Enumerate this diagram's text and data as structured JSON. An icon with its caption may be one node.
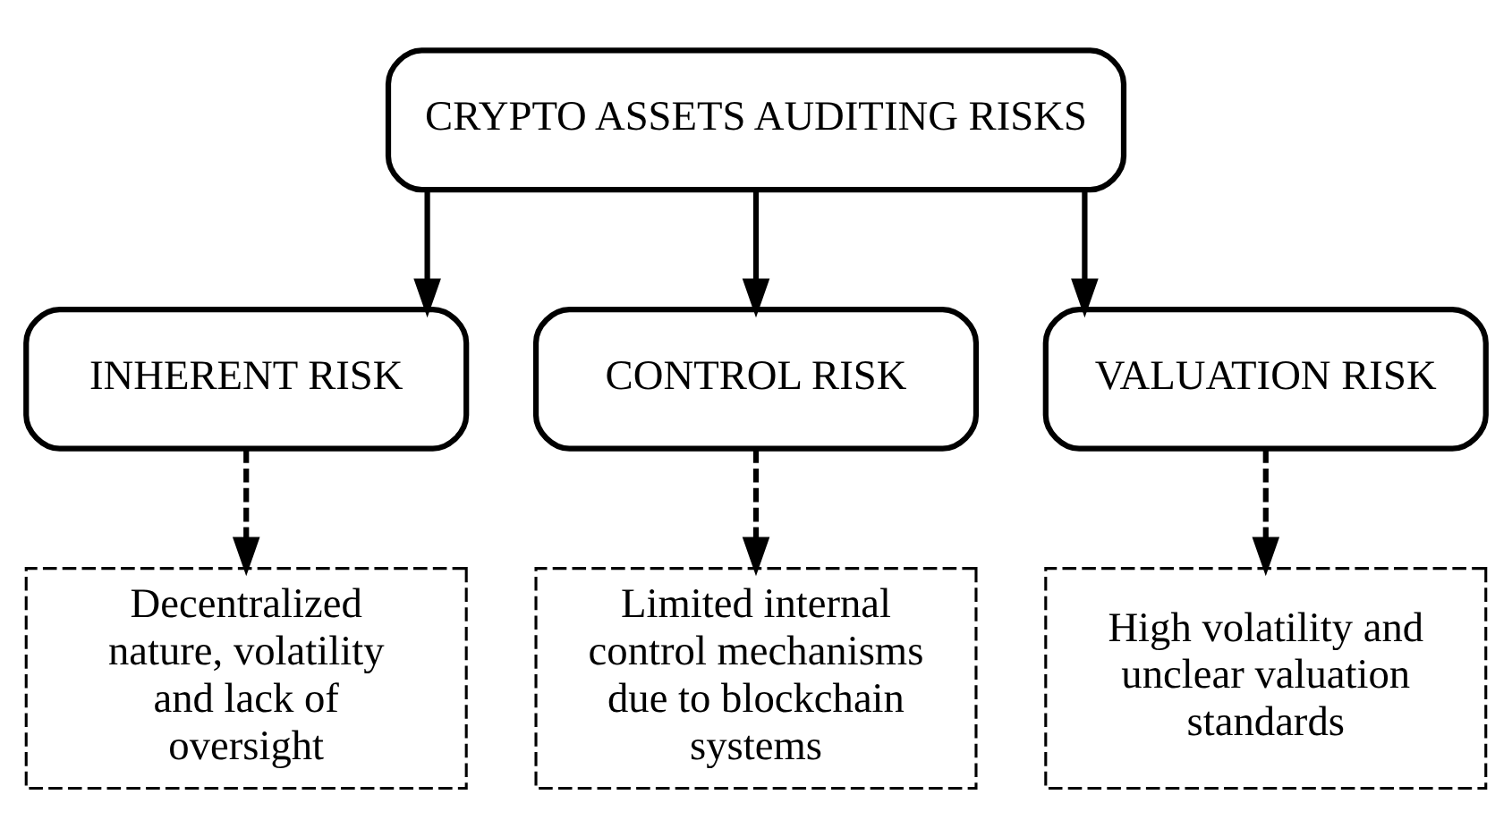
{
  "diagram": {
    "nodes": [
      {
        "text": [
          "CRYPTO ASSETS AUDITING RISKS"
        ]
      },
      {
        "text": [
          "INHERENT RISK"
        ]
      },
      {
        "text": [
          "CONTROL RISK"
        ]
      },
      {
        "text": [
          "VALUATION RISK"
        ]
      },
      {
        "text": [
          "Decentralized nature, volatility and lack of oversight"
        ]
      },
      {
        "text": [
          "Limited internal control mechanisms due to blockchain systems"
        ]
      },
      {
        "text": [
          "High volatility and unclear valuation standards"
        ]
      }
    ],
    "edges": [
      {
        "from": 0,
        "to": 1,
        "arrow": "to"
      },
      {
        "from": 0,
        "to": 2,
        "arrow": "to"
      },
      {
        "from": 0,
        "to": 3,
        "arrow": "to"
      },
      {
        "from": 1,
        "to": 4,
        "arrow": "to",
        "style": "dashed"
      },
      {
        "from": 2,
        "to": 5,
        "arrow": "to",
        "style": "dashed"
      },
      {
        "from": 3,
        "to": 6,
        "arrow": "to",
        "style": "dashed"
      }
    ]
  }
}
